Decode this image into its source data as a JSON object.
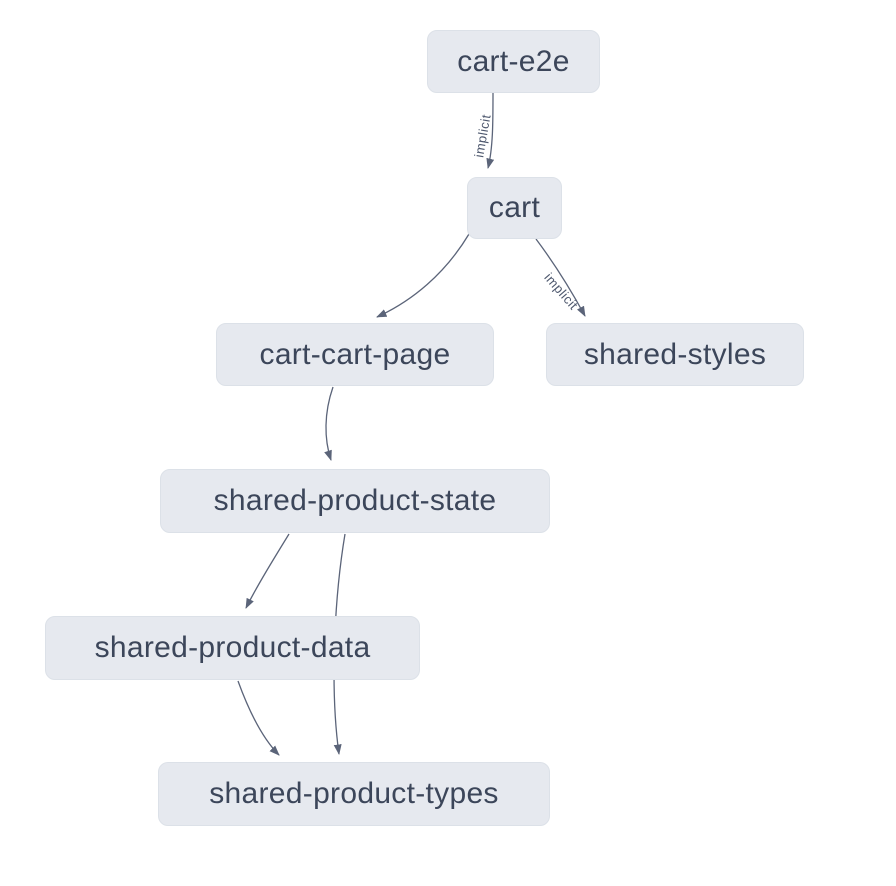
{
  "graph": {
    "colors": {
      "background": "#ffffff",
      "node_fill": "#e6e9ef",
      "node_border": "#dce1e8",
      "node_text": "#3c465a",
      "edge": "#5b6479",
      "edge_label": "#4e586e"
    },
    "nodes": [
      {
        "id": "cart-e2e",
        "label": "cart-e2e"
      },
      {
        "id": "cart",
        "label": "cart"
      },
      {
        "id": "cart-cart-page",
        "label": "cart-cart-page"
      },
      {
        "id": "shared-styles",
        "label": "shared-styles"
      },
      {
        "id": "shared-product-state",
        "label": "shared-product-state"
      },
      {
        "id": "shared-product-data",
        "label": "shared-product-data"
      },
      {
        "id": "shared-product-types",
        "label": "shared-product-types"
      }
    ],
    "edges": [
      {
        "source": "cart-e2e",
        "target": "cart",
        "label": "implicit"
      },
      {
        "source": "cart",
        "target": "cart-cart-page",
        "label": ""
      },
      {
        "source": "cart",
        "target": "shared-styles",
        "label": "implicit"
      },
      {
        "source": "cart-cart-page",
        "target": "shared-product-state",
        "label": ""
      },
      {
        "source": "shared-product-state",
        "target": "shared-product-data",
        "label": ""
      },
      {
        "source": "shared-product-state",
        "target": "shared-product-types",
        "label": ""
      },
      {
        "source": "shared-product-data",
        "target": "shared-product-types",
        "label": ""
      }
    ]
  }
}
